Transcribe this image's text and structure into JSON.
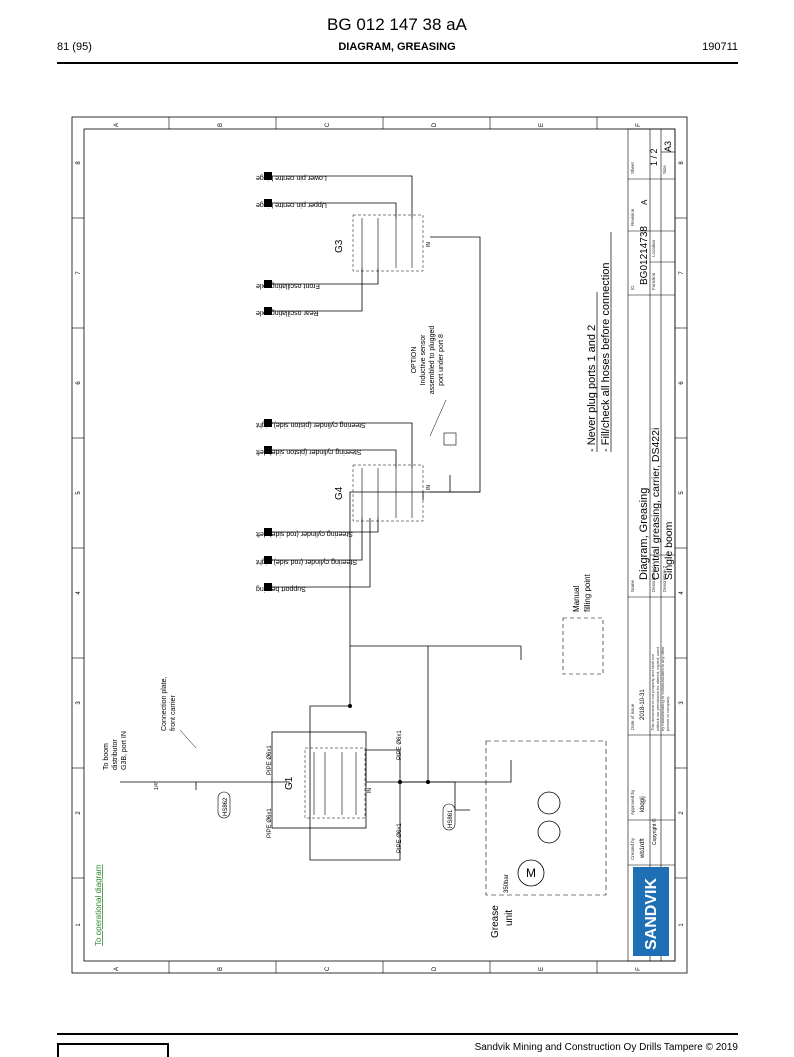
{
  "header": {
    "doc_id": "BG 012 147 38 aA",
    "page": "81 (95)",
    "title": "DIAGRAM, GREASING",
    "date": "190711"
  },
  "footer": {
    "company": "Sandvik Mining and Construction Oy Drills Tampere © 2019"
  },
  "frame": {
    "rows": [
      "A",
      "B",
      "C",
      "D",
      "E",
      "F"
    ],
    "cols": [
      "1",
      "2",
      "3",
      "4",
      "5",
      "6",
      "7",
      "8"
    ]
  },
  "diagram": {
    "link_operational": "To operational diagram",
    "grease_unit": [
      "Grease",
      "unit"
    ],
    "pressure": "350bar",
    "motor": "M",
    "hose_1": "HS861",
    "hose_2": "HS862",
    "pipe_a": "PIPE Ø6x1",
    "pipe_b": "PIPE Ø6x1",
    "pipe_c": "PIPE Ø6x1",
    "pipe_d": "PIPE Ø6x1",
    "fitting": "1/4\"",
    "to_boom": [
      "To boom",
      "distributor",
      "G3B, port IN"
    ],
    "connection_plate": [
      "Connection plate,",
      "front carrier"
    ],
    "manual_fill": [
      "Manual",
      "filling point"
    ],
    "option_note": [
      "OPTION",
      "Inductive sensor",
      "assembled to plugged",
      "port under port 8"
    ],
    "distributors": {
      "g1": "G1",
      "g3": "G3",
      "g4": "G4"
    },
    "port_in": "IN",
    "warnings": [
      "- Never plug ports 1 and 2",
      "- Fill/check all hoses before connection"
    ],
    "g3_outputs": [
      "Lower pin centre hinge",
      "Upper pin centre hinge",
      "Front oscillating axle",
      "Rear oscillating axle"
    ],
    "g4_outputs": [
      "Steering cylinder (piston side), right",
      "Steering cylinder (piston side), left",
      "Steering cylinder (rod side), left",
      "Steering cylinder (rod side), right",
      "Support bearing"
    ]
  },
  "title_block": {
    "logo": "SANDVIK",
    "created_by_label": "Created by",
    "created_by": "wb1rdft",
    "approved_by_label": "Approved by",
    "approved_by": "kbqgij",
    "date_label": "Date of issue",
    "date": "2018-10-31",
    "copyright": "Copyright ©",
    "notice": [
      "This document is our property and shall not",
      "without our permission be altered, copied, used",
      "by manufacturing or communicated to any other",
      "person or company."
    ],
    "name_label": "Name",
    "name": "Diagram, Greasing",
    "desc1_label": "Description 1",
    "desc1": "Central greasing, carrier, DS422i",
    "desc2_label": "Description 2",
    "desc2": "Single boom",
    "id_label": "ID",
    "id": "BG01214738",
    "function_label": "Function",
    "location_label": "Location",
    "revision_label": "Revision",
    "revision": "A",
    "sheet_label": "Sheet",
    "sheet": "1 / 2",
    "size_label": "Size",
    "size": "A3"
  }
}
